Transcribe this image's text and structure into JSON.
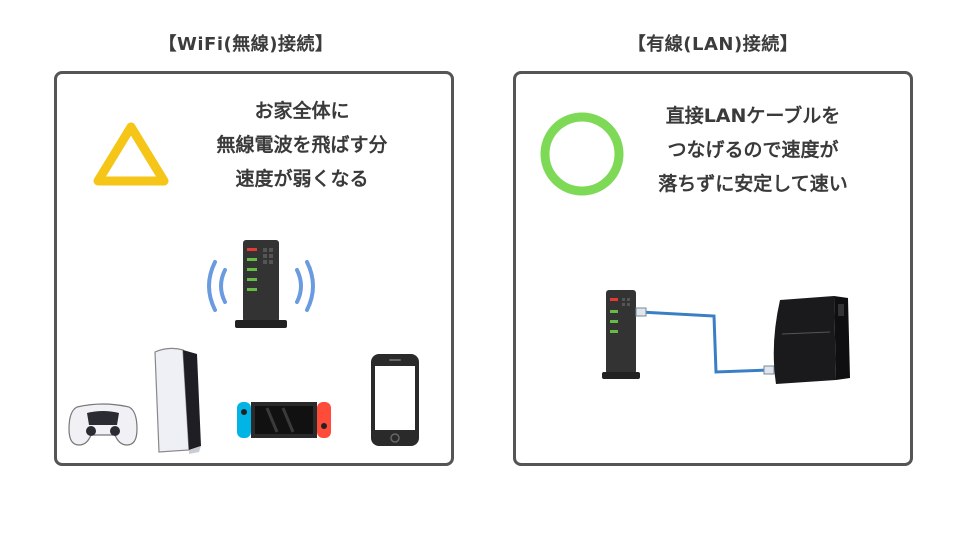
{
  "wifi": {
    "title": "【WiFi(無線)接続】",
    "description": [
      "お家全体に",
      "無線電波を飛ばす分",
      "速度が弱くなる"
    ],
    "symbol": "triangle-icon",
    "symbol_color": "#f5c518"
  },
  "lan": {
    "title": "【有線(LAN)接続】",
    "description": [
      "直接LANケーブルを",
      "つなげるので速度が",
      "落ちずに安定して速い"
    ],
    "symbol": "circle-icon",
    "symbol_color": "#7ed957"
  },
  "colors": {
    "wave": "#6a9be0",
    "cable": "#3a7fc4",
    "led_red": "#e53935",
    "led_green": "#66bb44",
    "joycon_left": "#00b4e6",
    "joycon_right": "#ff4b3a"
  }
}
